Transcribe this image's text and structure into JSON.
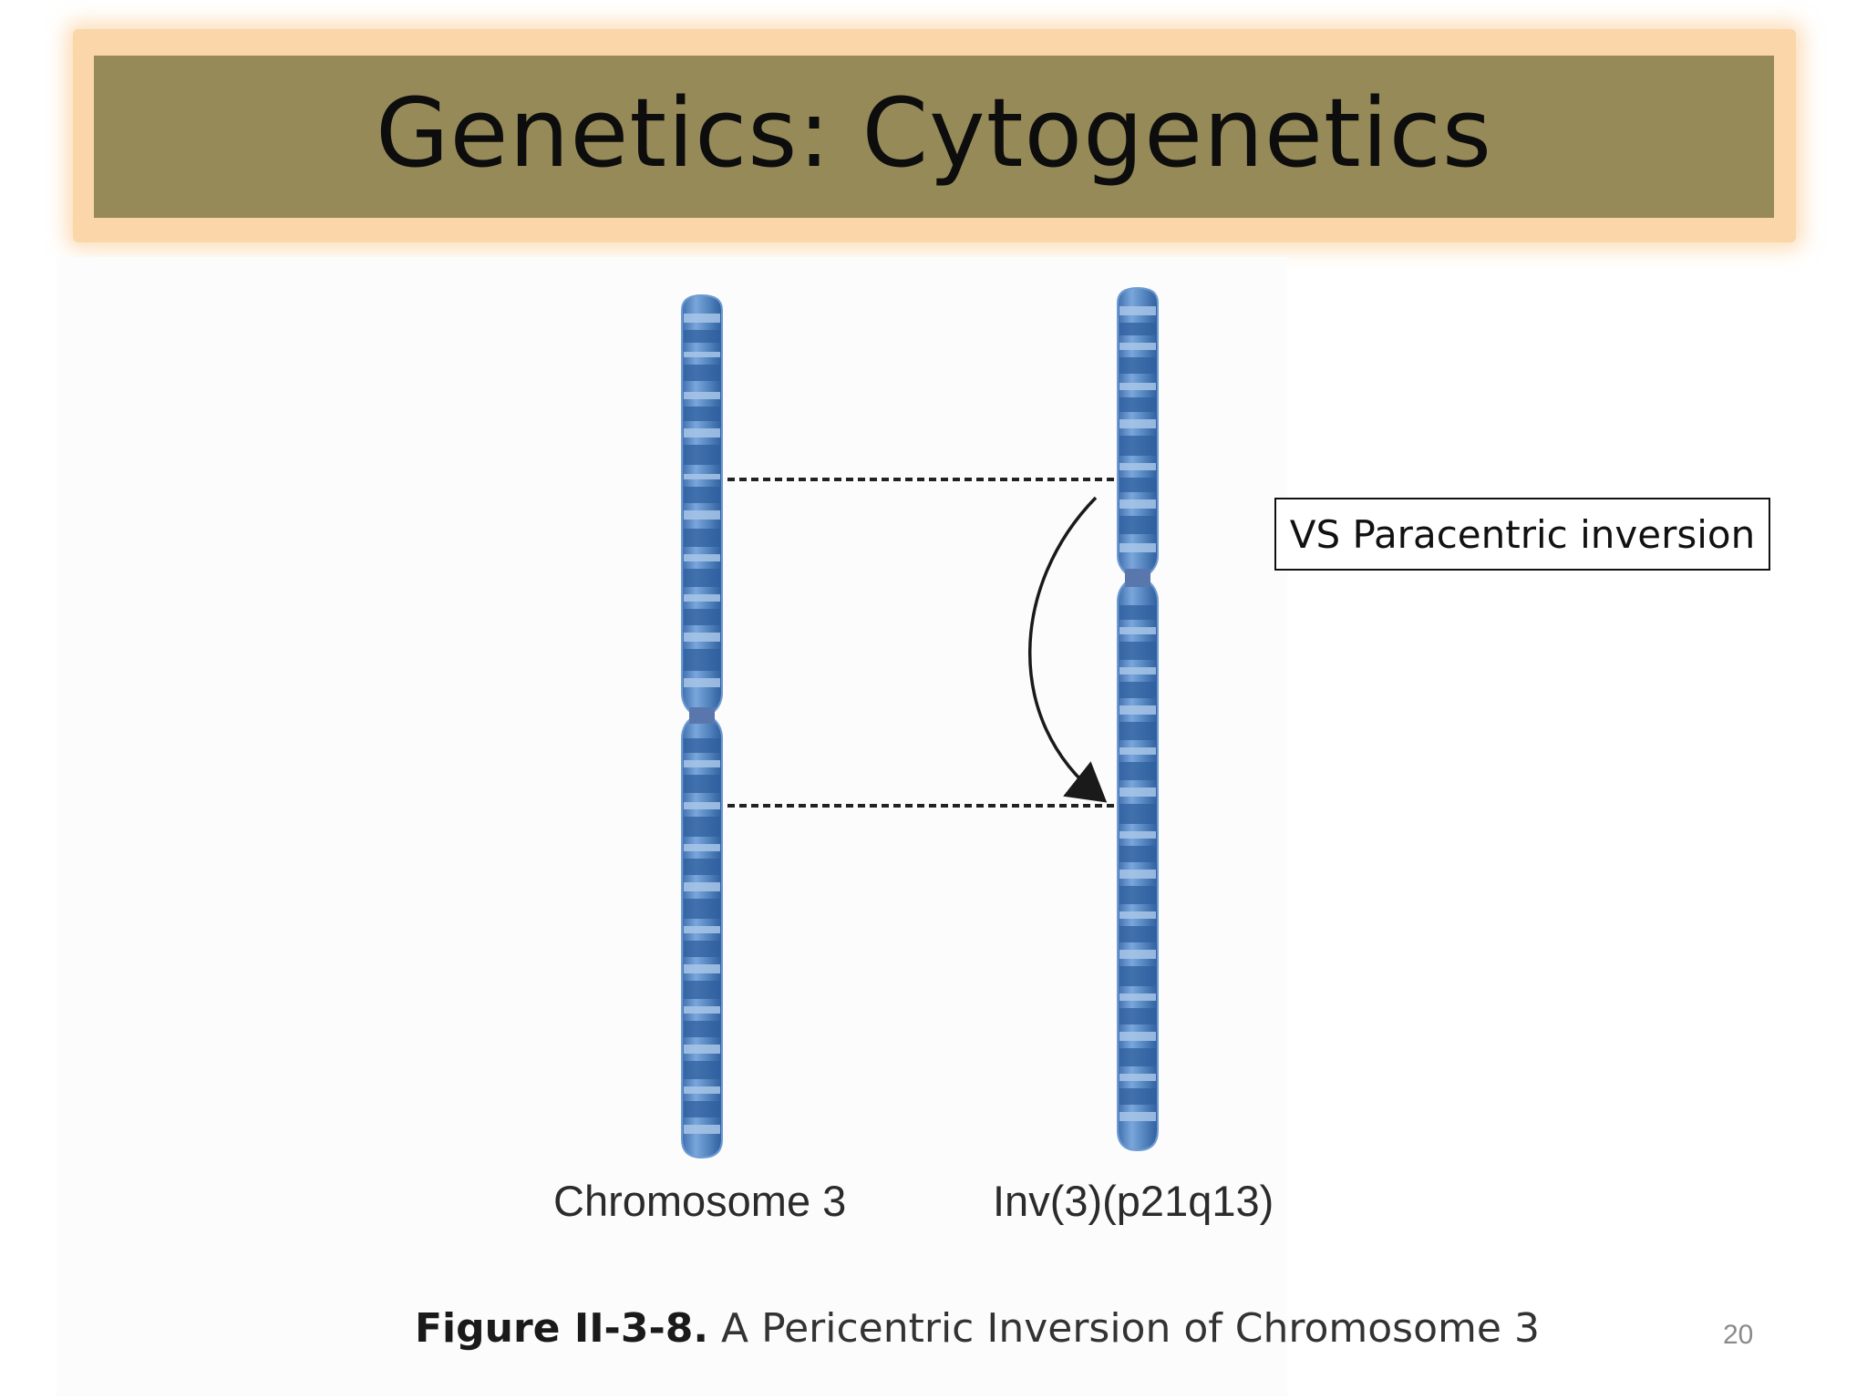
{
  "slide": {
    "title": "Genetics: Cytogenetics",
    "page_number": "20"
  },
  "figure": {
    "left_chromosome_label": "Chromosome 3",
    "right_chromosome_label": "Inv(3)(p21q13)",
    "caption_number": "Figure II-3-8.",
    "caption_text": " A Pericentric Inversion of Chromosome 3"
  },
  "callout": {
    "text": "VS Paracentric inversion"
  },
  "colors": {
    "title_bar": "#958a58",
    "title_glow": "#fbd6a8",
    "chromosome_body": "#5b8cc4",
    "chromosome_band_dark": "#2f5f9e",
    "chromosome_band_light": "#a8c6e8"
  }
}
